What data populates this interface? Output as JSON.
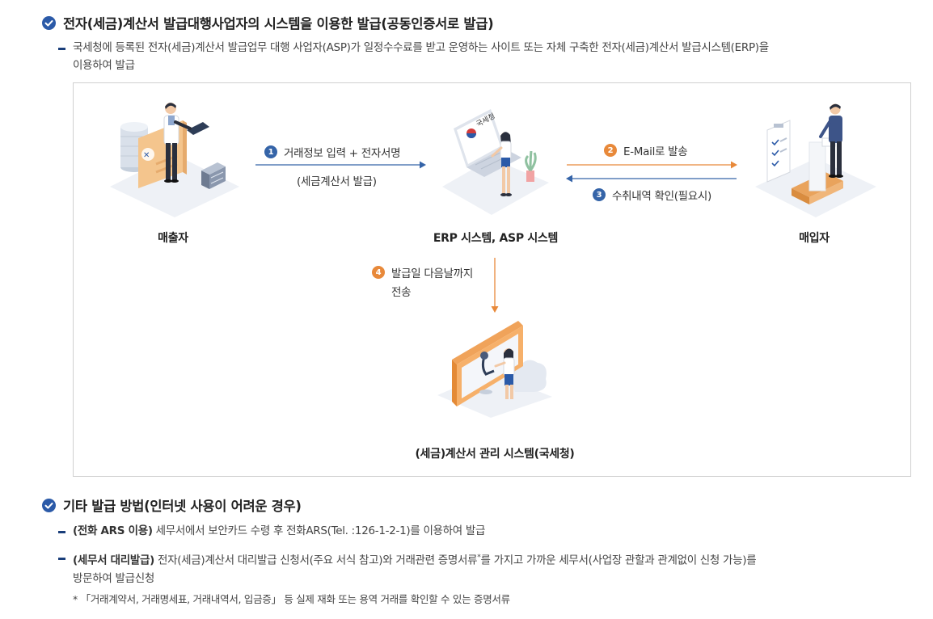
{
  "section1": {
    "title": "전자(세금)계산서 발급대행사업자의 시스템을 이용한 발급(공동인증서로 발급)",
    "desc_line1": "국세청에 등록된 전자(세금)계산서 발급업무 대행 사업자(ASP)가 일정수수료를 받고 운영하는 사이트 또는 자체 구축한 전자(세금)계산서 발급시스템(ERP)을",
    "desc_line2": "이용하여 발급"
  },
  "diagram": {
    "seller_label": "매출자",
    "erp_label": "ERP 시스템, ASP 시스템",
    "buyer_label": "매입자",
    "nts_label": "(세금)계산서 관리 시스템(국세청)",
    "monitor_text": "국세청",
    "step1": {
      "num": "1",
      "text": "거래정보 입력 + 전자서명",
      "sub": "(세금계산서 발급)"
    },
    "step2": {
      "num": "2",
      "text": "E-Mail로 발송"
    },
    "step3": {
      "num": "3",
      "text": "수취내역 확인(필요시)"
    },
    "step4": {
      "num": "4",
      "text": "발급일 다음날까지",
      "sub": "전송"
    },
    "colors": {
      "blue": "#3564a8",
      "orange": "#e8893a"
    }
  },
  "section2": {
    "title": "기타 발급 방법(인터넷 사용이 어려운 경우)",
    "item1_bold": "(전화 ARS 이용)",
    "item1_text": " 세무서에서 보안카드 수령 후 전화ARS(Tel. :126-1-2-1)를 이용하여 발급",
    "item2_bold": "(세무서 대리발급)",
    "item2_text_a": " 전자(세금)계산서 대리발급 신청서(주요 서식 참고)와 거래관련 증명서류",
    "item2_sup": "*",
    "item2_text_b": "를 가지고 가까운 세무서(사업장 관할과 관계없이 신청 가능)를",
    "item2_line2": "방문하여 발급신청",
    "footnote": "* 「거래계약서, 거래명세표, 거래내역서, 입금증」 등 실제 재화 또는 용역 거래를 확인할 수 있는 증명서류"
  }
}
